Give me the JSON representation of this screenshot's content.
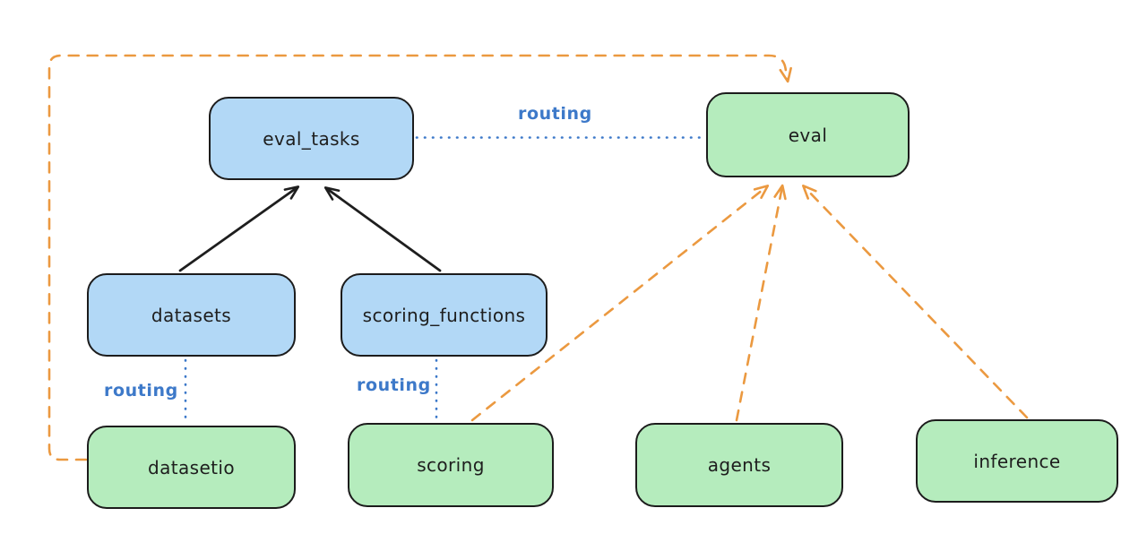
{
  "diagram": {
    "type": "architecture-routing-diagram",
    "nodes": {
      "eval_tasks": {
        "label": "eval_tasks",
        "color": "blue"
      },
      "eval": {
        "label": "eval",
        "color": "green"
      },
      "datasets": {
        "label": "datasets",
        "color": "blue"
      },
      "scoring_functions": {
        "label": "scoring_functions",
        "color": "blue"
      },
      "datasetio": {
        "label": "datasetio",
        "color": "green"
      },
      "scoring": {
        "label": "scoring",
        "color": "green"
      },
      "agents": {
        "label": "agents",
        "color": "green"
      },
      "inference": {
        "label": "inference",
        "color": "green"
      }
    },
    "edge_labels": {
      "eval_tasks_eval": "routing",
      "datasets_datasetio": "routing",
      "scoring_functions_scoring": "routing"
    },
    "edges": [
      {
        "from": "datasets",
        "to": "eval_tasks",
        "style": "solid",
        "color": "black",
        "arrow": true
      },
      {
        "from": "scoring_functions",
        "to": "eval_tasks",
        "style": "solid",
        "color": "black",
        "arrow": true
      },
      {
        "from": "eval_tasks",
        "to": "eval",
        "style": "dotted",
        "color": "blue",
        "arrow": false,
        "label": "routing"
      },
      {
        "from": "datasets",
        "to": "datasetio",
        "style": "dotted",
        "color": "blue",
        "arrow": false,
        "label": "routing"
      },
      {
        "from": "scoring_functions",
        "to": "scoring",
        "style": "dotted",
        "color": "blue",
        "arrow": false,
        "label": "routing"
      },
      {
        "from": "datasetio",
        "to": "eval",
        "style": "dashed",
        "color": "orange",
        "arrow": true
      },
      {
        "from": "scoring",
        "to": "eval",
        "style": "dashed",
        "color": "orange",
        "arrow": true
      },
      {
        "from": "agents",
        "to": "eval",
        "style": "dashed",
        "color": "orange",
        "arrow": true
      },
      {
        "from": "inference",
        "to": "eval",
        "style": "dashed",
        "color": "orange",
        "arrow": true
      }
    ],
    "colors": {
      "node_blue_fill": "#b2d8f6",
      "node_green_fill": "#b5ecbd",
      "node_stroke": "#1c1c1c",
      "routing_blue": "#3d79c9",
      "provider_orange": "#eb9940",
      "solid_black": "#1e1e1e",
      "background": "#ffffff"
    }
  }
}
